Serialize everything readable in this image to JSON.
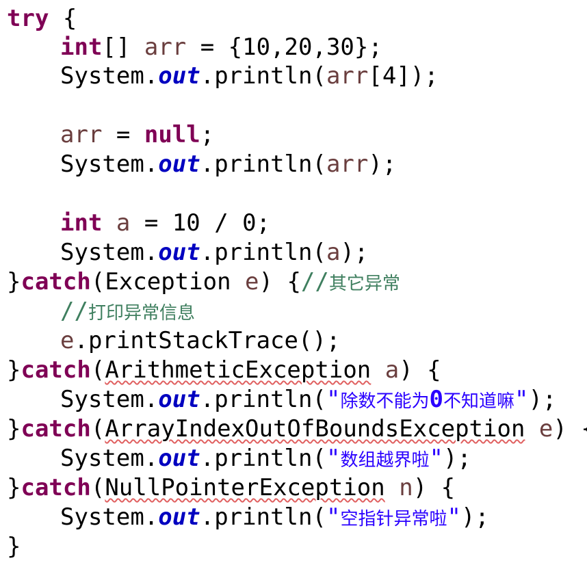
{
  "code": {
    "l1": {
      "kw": "try",
      "rest": " {"
    },
    "l2": {
      "kw": "int",
      "t1": "[] ",
      "var": "arr",
      "t2": " = {10,20,30};"
    },
    "l3": {
      "t1": "System.",
      "field": "out",
      "t2": ".println(",
      "var": "arr",
      "t3": "[4]);"
    },
    "l4": {
      "var": "arr",
      "t1": " = ",
      "kw": "null",
      "t2": ";"
    },
    "l5": {
      "t1": "System.",
      "field": "out",
      "t2": ".println(",
      "var": "arr",
      "t3": ");"
    },
    "l6": {
      "kw": "int",
      "t1": " ",
      "var": "a",
      "t2": " = 10 / 0;"
    },
    "l7": {
      "t1": "System.",
      "field": "out",
      "t2": ".println(",
      "var": "a",
      "t3": ");"
    },
    "l8": {
      "t1": "}",
      "kw": "catch",
      "t2": "(Exception ",
      "var": "e",
      "t3": ") {",
      "c_prefix": "//",
      "c_text": "其它异常"
    },
    "l9": {
      "c_prefix": "//",
      "c_text": "打印异常信息"
    },
    "l10": {
      "var": "e",
      "t1": ".printStackTrace();"
    },
    "l11": {
      "t1": "}",
      "kw": "catch",
      "t2": "(",
      "exc": "ArithmeticException",
      "t3": " ",
      "var": "a",
      "t4": ") {"
    },
    "l12": {
      "t1": "System.",
      "field": "out",
      "t2": ".println(",
      "q1": "\"",
      "s_cjk1": "除数不能为",
      "s_mid": "0",
      "s_cjk2": "不知道嘛",
      "q2": "\"",
      "t3": ");"
    },
    "l13": {
      "t1": "}",
      "kw": "catch",
      "t2": "(",
      "exc": "ArrayIndexOutOfBoundsException",
      "t3": " ",
      "var": "e",
      "t4": ") {"
    },
    "l14": {
      "t1": "System.",
      "field": "out",
      "t2": ".println(",
      "q1": "\"",
      "s_cjk": "数组越界啦",
      "q2": "\"",
      "t3": ");"
    },
    "l15": {
      "t1": "}",
      "kw": "catch",
      "t2": "(",
      "exc": "NullPointerException",
      "t3": " ",
      "var": "n",
      "t4": ") {"
    },
    "l16": {
      "t1": "System.",
      "field": "out",
      "t2": ".println(",
      "q1": "\"",
      "s_cjk": "空指针异常啦",
      "q2": "\"",
      "t3": ");"
    },
    "l17": {
      "t1": "}"
    }
  },
  "colors": {
    "keyword": "#7f0055",
    "local_variable": "#6a3e3e",
    "static_field": "#0000c0",
    "string": "#2a00ff",
    "comment": "#3f7f5f",
    "error_squiggle": "#e06060"
  }
}
